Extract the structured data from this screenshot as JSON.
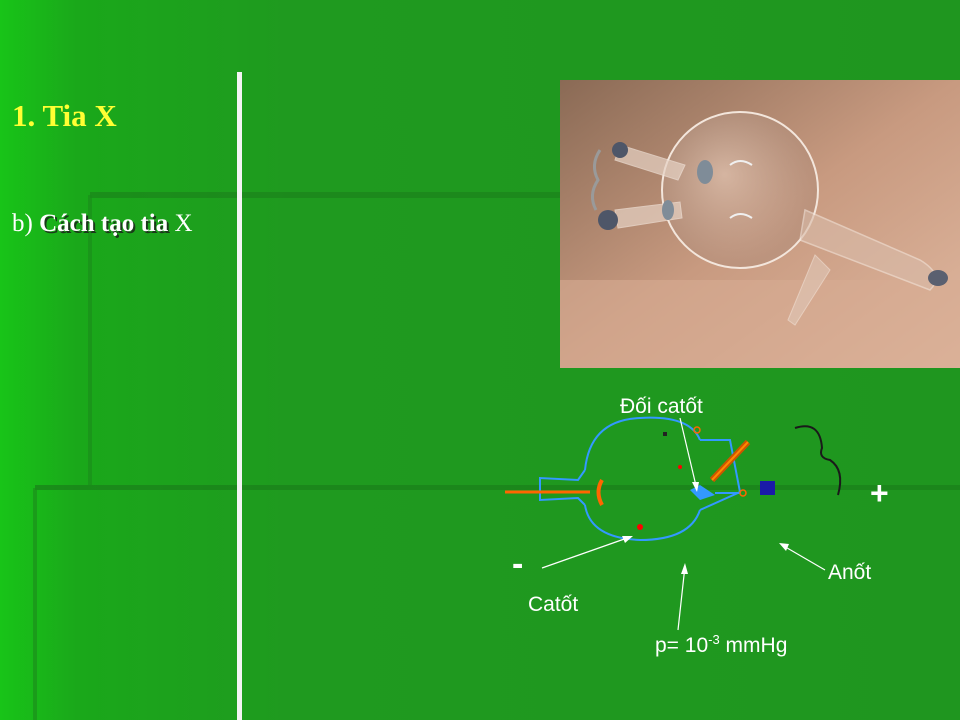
{
  "slide": {
    "title": "1. Tia X",
    "subtitle_prefix": "b)",
    "subtitle_bold": "Cách tạo tia",
    "subtitle_suffix": "X"
  },
  "diagram": {
    "label_anticathode": "Đối catốt",
    "label_cathode": "Catốt",
    "label_anode": "Anốt",
    "label_pressure_prefix": "p= 10",
    "label_pressure_exp": "-3",
    "label_pressure_unit": " mmHg",
    "sign_plus": "+",
    "sign_minus": "-"
  },
  "photo": {
    "icon": "x-ray-tube-photo"
  }
}
